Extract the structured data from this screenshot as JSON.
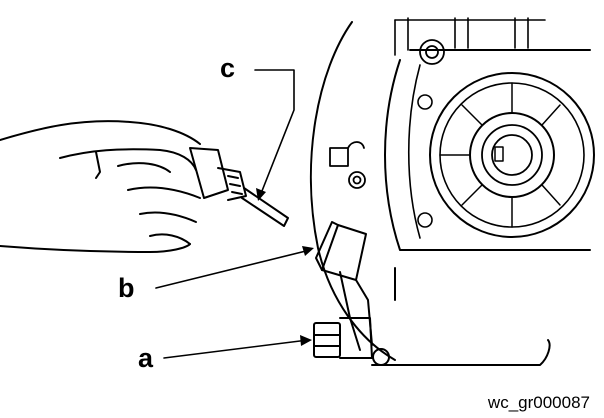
{
  "callouts": {
    "a": "a",
    "b": "b",
    "c": "c"
  },
  "figure_code": "wc_gr000087",
  "colors": {
    "line": "#000000",
    "background": "#ffffff"
  }
}
